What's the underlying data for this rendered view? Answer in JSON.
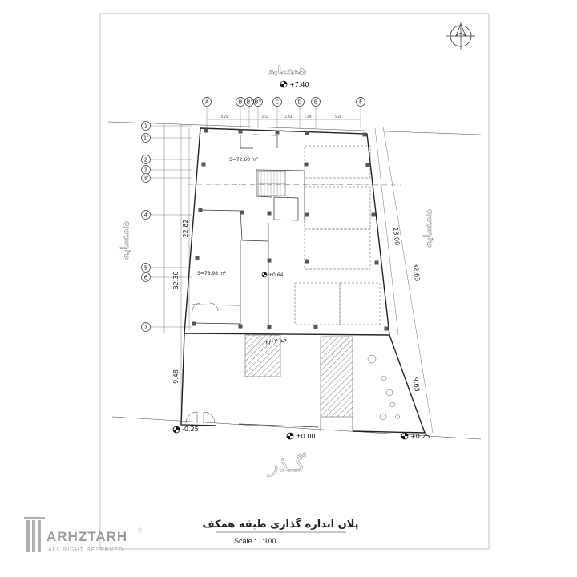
{
  "title": "پلان اندازه گذاری طبقه همکف",
  "scale": "Scale : 1:100",
  "levels": {
    "top": "+7.40",
    "left": "-0.25",
    "center": "±0.00",
    "right": "+0.25",
    "mid": "+0.64"
  },
  "areas": {
    "upper": "S=72.60 m²",
    "lower": "S=78.98 m²"
  },
  "neighbor_label": "همسایه",
  "street_label": "گـذر",
  "boundary_label": "حد ۲/۰۲",
  "col_axes": [
    "A",
    "B",
    "B'",
    "B''",
    "C",
    "D",
    "E",
    "F"
  ],
  "row_axes": [
    "1",
    "1'",
    "2",
    "3",
    "3'",
    "4",
    "5",
    "6",
    "7"
  ],
  "dims": {
    "left_total": "32.30",
    "left_inner": "22.82",
    "left_low": "9.48",
    "right_total": "32.63",
    "right_inner": "23.00",
    "right_low": "9.63",
    "top_a": "4.25",
    "top_b": "2.52",
    "top_c": "2.43",
    "top_d": "1.69",
    "top_e": "5.28"
  },
  "logo": {
    "name": "ARHZTARH",
    "copyright": "©",
    "sub": "ALL RIGHT RESERVED"
  }
}
